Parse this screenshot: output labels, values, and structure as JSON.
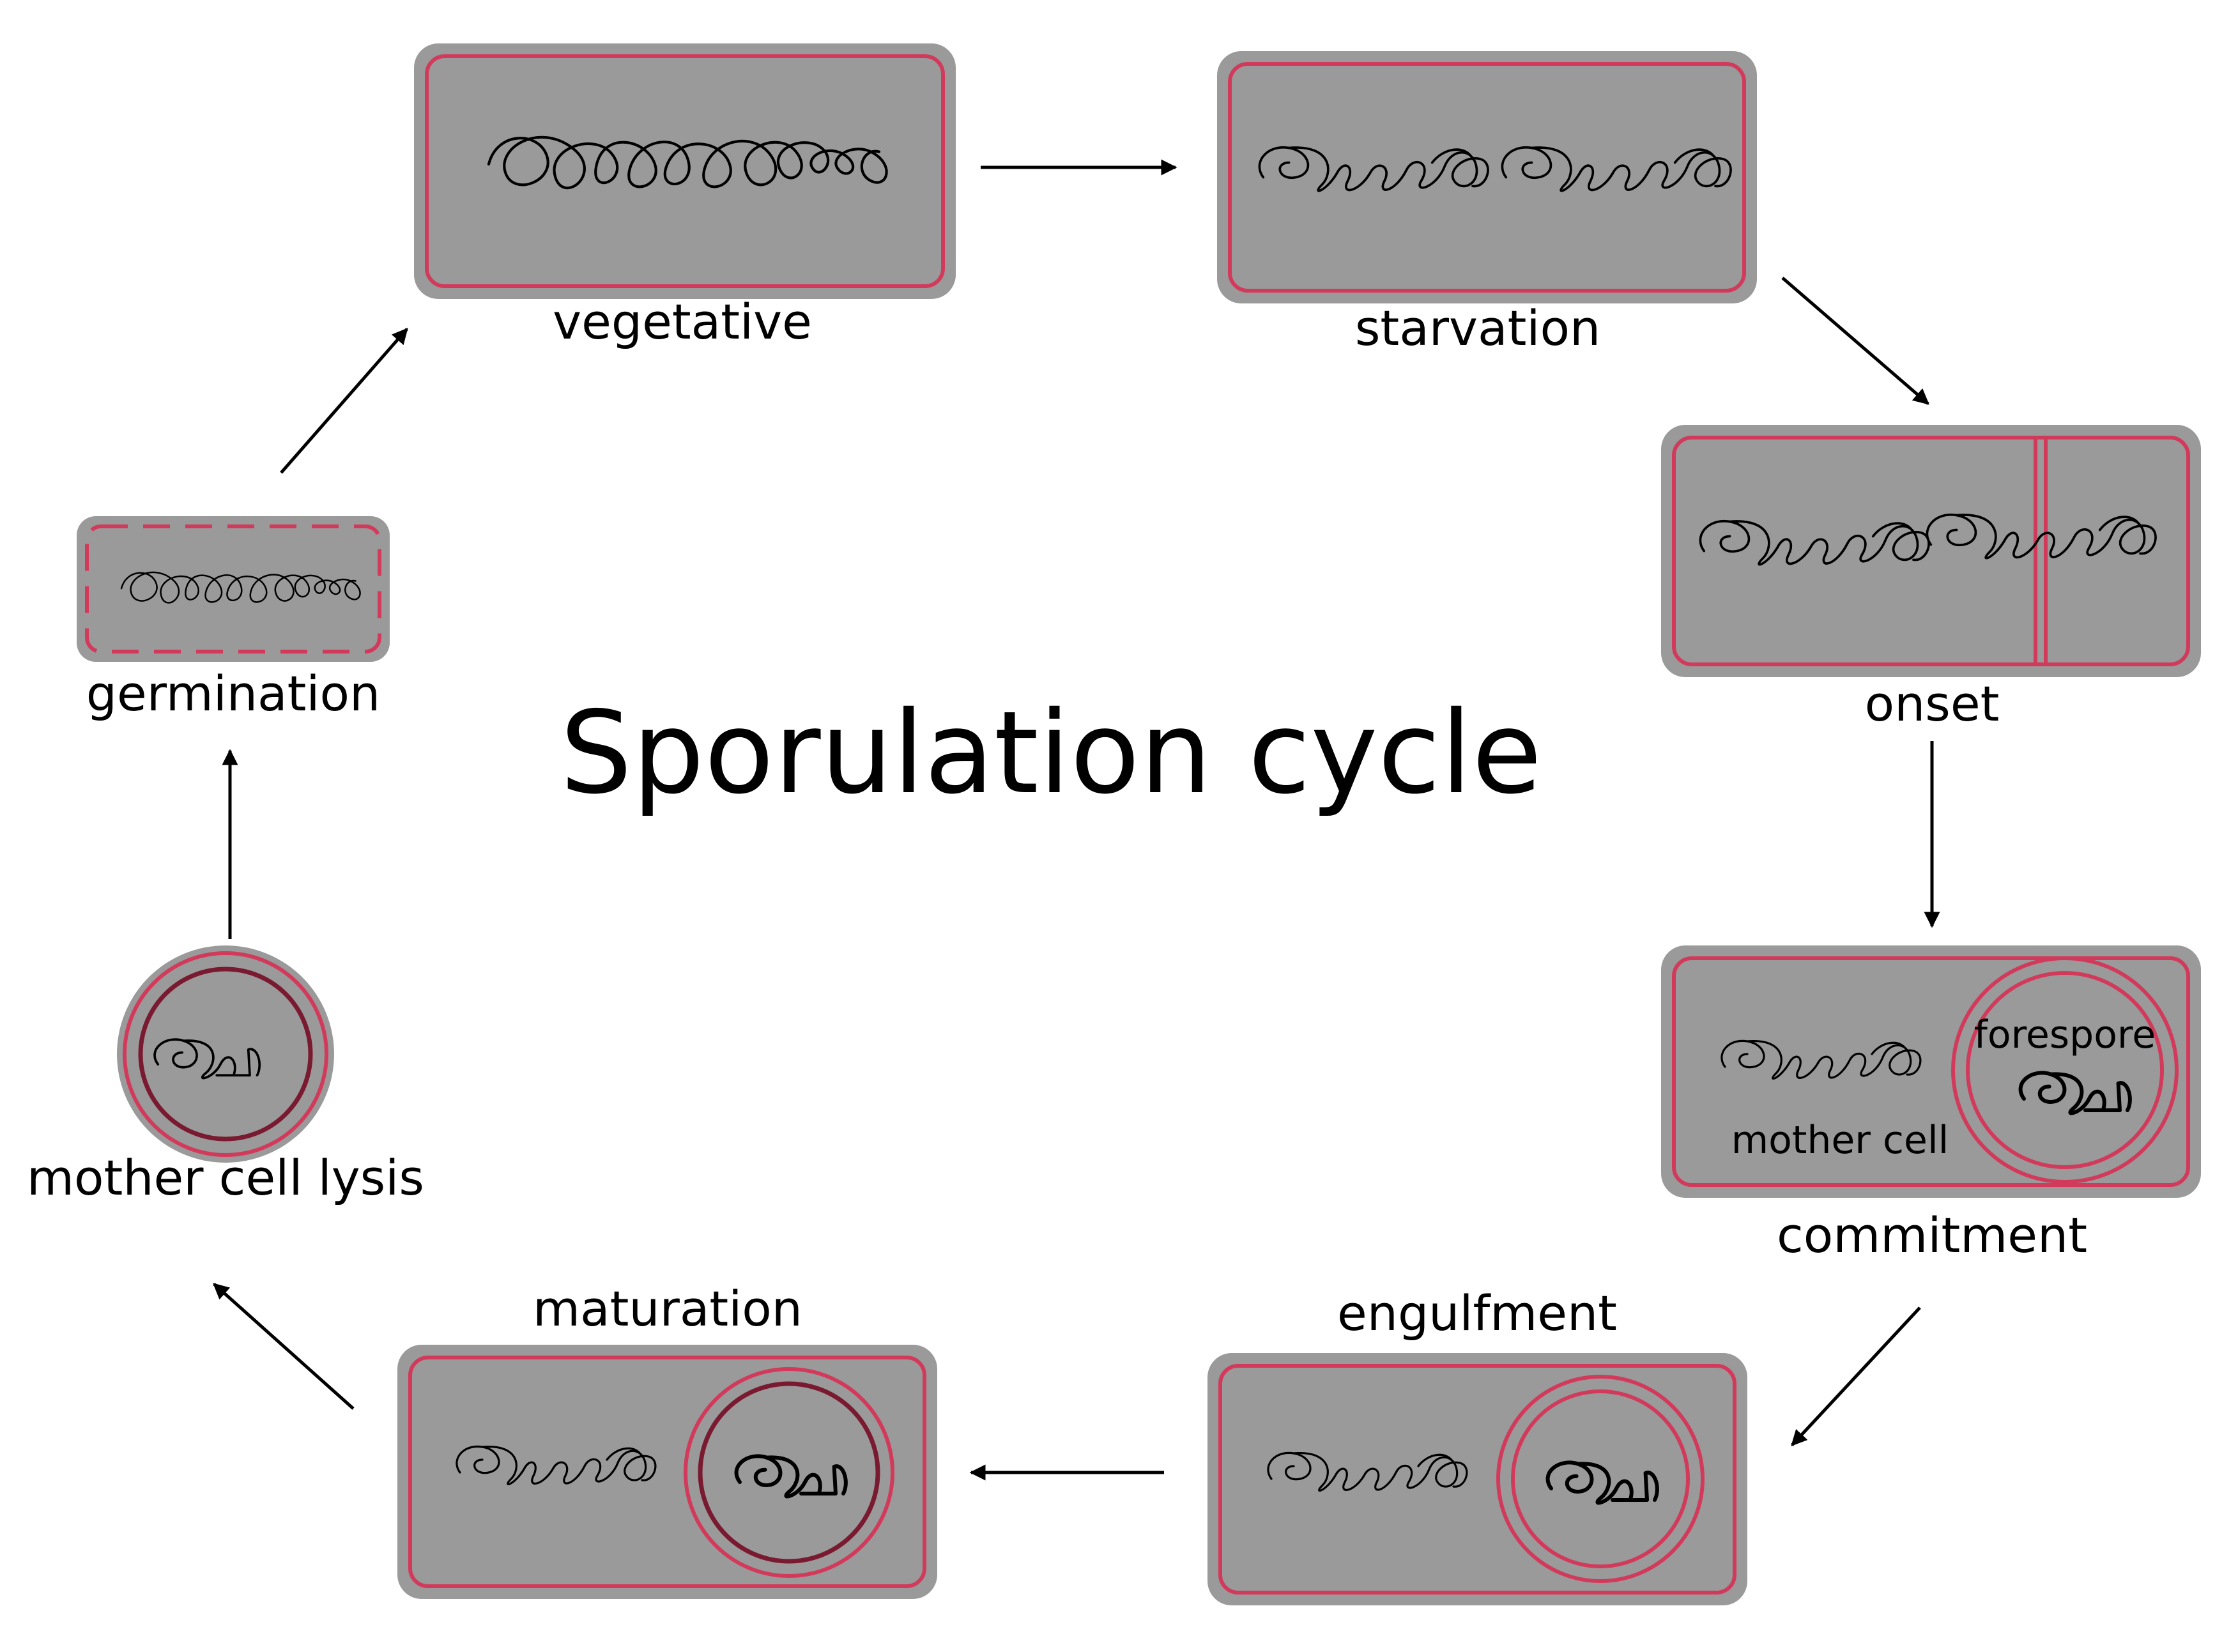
{
  "title": "Sporulation cycle",
  "stages": {
    "vegetative": "vegetative",
    "starvation": "starvation",
    "onset": "onset",
    "commitment": "commitment",
    "engulfment": "engulfment",
    "maturation": "maturation",
    "mother_cell_lysis": "mother cell lysis",
    "germination": "germination"
  },
  "compartments": {
    "forespore": "forespore",
    "mother_cell": "mother cell"
  },
  "colors": {
    "cell_fill": "#9a9a9a",
    "membrane": "#d23a5c",
    "spore_coat": "#7a1a30",
    "arrow": "#000000"
  }
}
